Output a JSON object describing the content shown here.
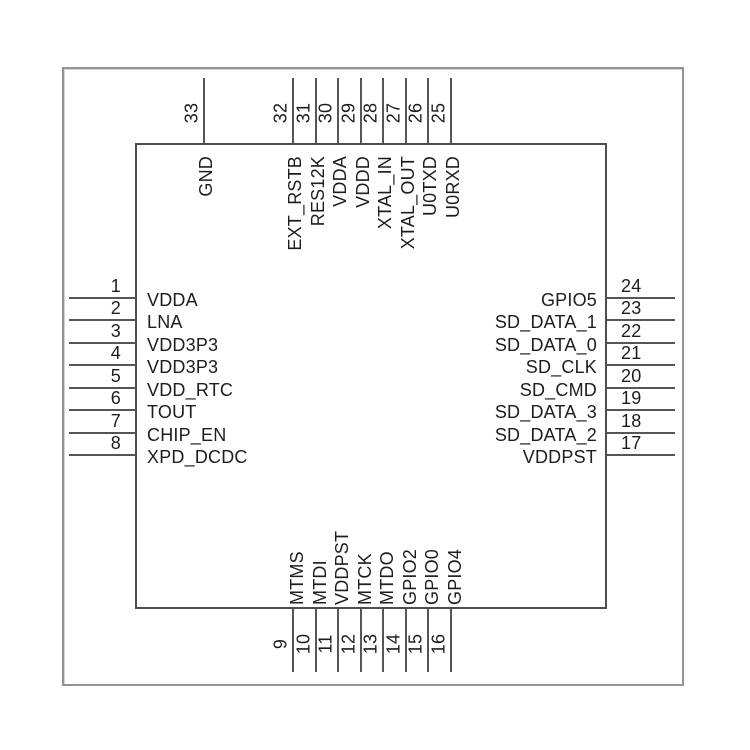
{
  "diagram": {
    "kind": "chip-pinout",
    "pin_count": 33
  },
  "pins": {
    "left": [
      {
        "number": "1",
        "name": "VDDA"
      },
      {
        "number": "2",
        "name": "LNA"
      },
      {
        "number": "3",
        "name": "VDD3P3"
      },
      {
        "number": "4",
        "name": "VDD3P3"
      },
      {
        "number": "5",
        "name": "VDD_RTC"
      },
      {
        "number": "6",
        "name": "TOUT"
      },
      {
        "number": "7",
        "name": "CHIP_EN"
      },
      {
        "number": "8",
        "name": "XPD_DCDC"
      }
    ],
    "top": [
      {
        "number": "33",
        "name": "GND"
      },
      {
        "number": "32",
        "name": "EXT_RSTB"
      },
      {
        "number": "31",
        "name": "RES12K"
      },
      {
        "number": "30",
        "name": "VDDA"
      },
      {
        "number": "29",
        "name": "VDDD"
      },
      {
        "number": "28",
        "name": "XTAL_IN"
      },
      {
        "number": "27",
        "name": "XTAL_OUT"
      },
      {
        "number": "26",
        "name": "U0TXD"
      },
      {
        "number": "25",
        "name": "U0RXD"
      }
    ],
    "right": [
      {
        "number": "24",
        "name": "GPIO5"
      },
      {
        "number": "23",
        "name": "SD_DATA_1"
      },
      {
        "number": "22",
        "name": "SD_DATA_0"
      },
      {
        "number": "21",
        "name": "SD_CLK"
      },
      {
        "number": "20",
        "name": "SD_CMD"
      },
      {
        "number": "19",
        "name": "SD_DATA_3"
      },
      {
        "number": "18",
        "name": "SD_DATA_2"
      },
      {
        "number": "17",
        "name": "VDDPST"
      }
    ],
    "bottom": [
      {
        "number": "9",
        "name": "MTMS"
      },
      {
        "number": "10",
        "name": "MTDI"
      },
      {
        "number": "11",
        "name": "VDDPST"
      },
      {
        "number": "12",
        "name": "MTCK"
      },
      {
        "number": "13",
        "name": "MTDO"
      },
      {
        "number": "14",
        "name": "GPIO2"
      },
      {
        "number": "15",
        "name": "GPIO0"
      },
      {
        "number": "16",
        "name": "GPIO4"
      }
    ]
  },
  "colors": {
    "background": "#ffffff",
    "line": "#565656",
    "chip_border": "#4f4f4f",
    "frame": "#939393",
    "text": "#1d1d1d"
  }
}
